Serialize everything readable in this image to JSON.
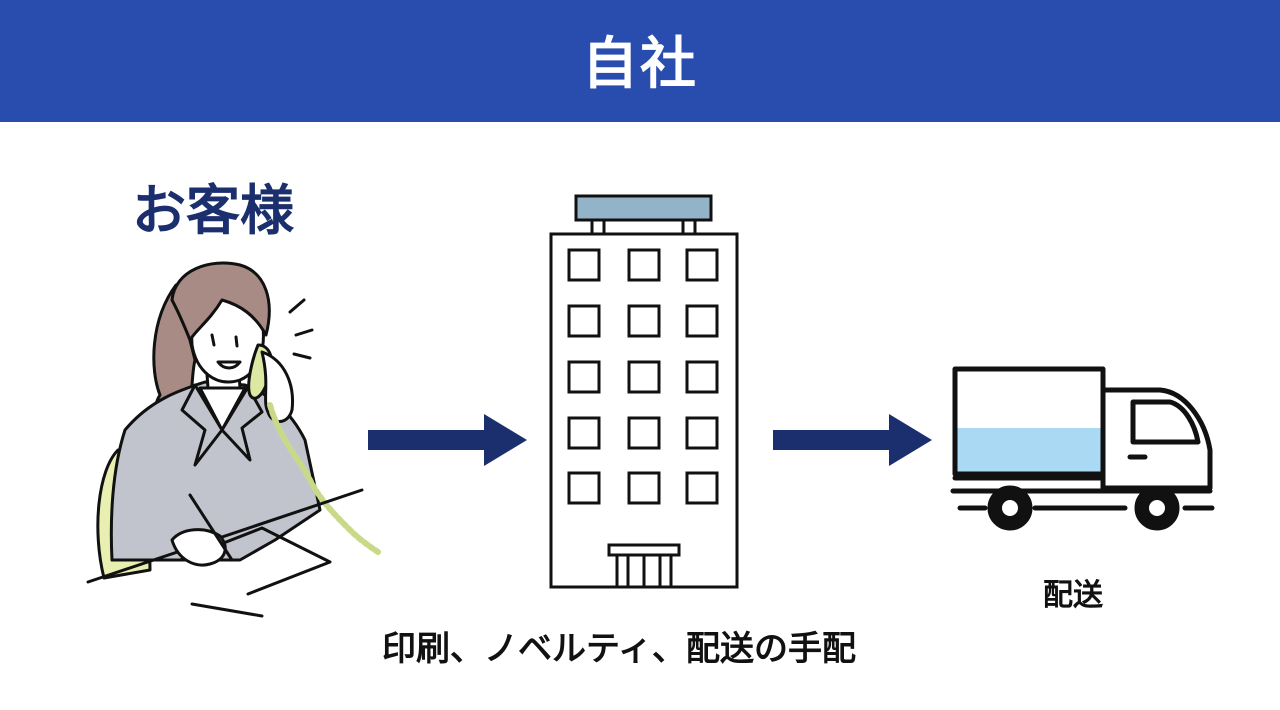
{
  "header": {
    "title": "自社"
  },
  "customer": {
    "label": "お客様"
  },
  "building": {
    "caption": "印刷、ノベルティ、配送の手配"
  },
  "truck": {
    "label": "配送"
  },
  "colors": {
    "header_bg": "#284daf",
    "customer_text": "#1b2f6e",
    "arrow": "#1b2f6e",
    "building_sign": "#93b3c8",
    "truck_cargo": "#a9d9f3",
    "jacket": "#c2c4cd",
    "hair": "#a98b86",
    "chair": "#e8efb0",
    "phone": "#dde8a3"
  },
  "icons": [
    "woman-on-phone-icon",
    "arrow-right-icon",
    "office-building-icon",
    "delivery-truck-icon"
  ]
}
